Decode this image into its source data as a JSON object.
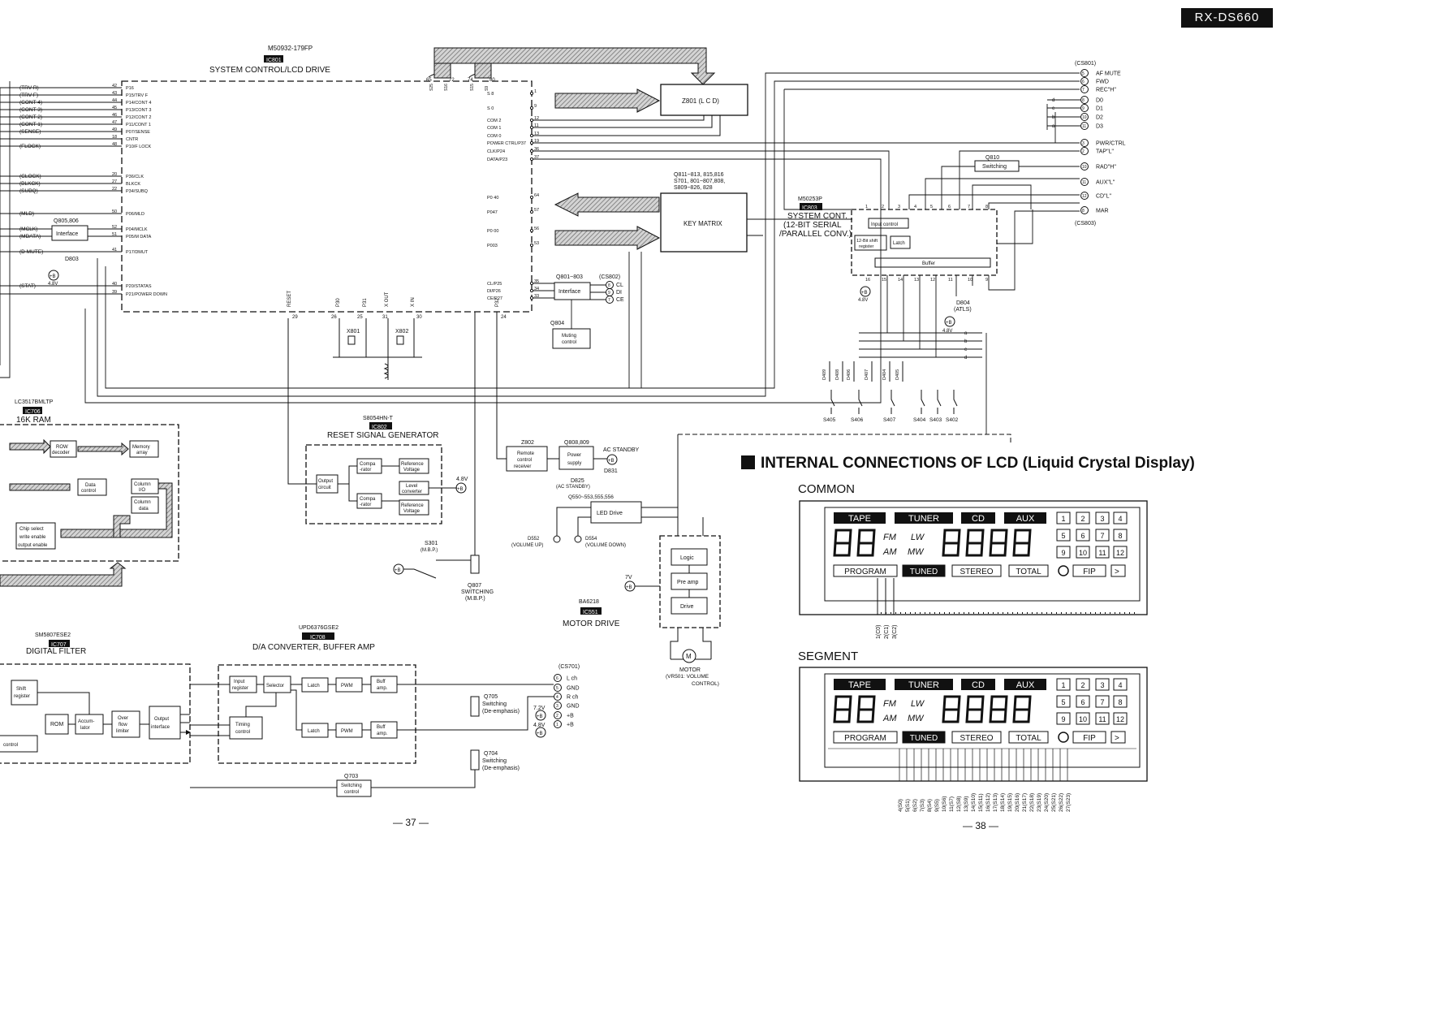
{
  "header": {
    "model": "RX-DS660"
  },
  "pages": {
    "left": "— 37 —",
    "right": "— 38 —"
  },
  "ic801": {
    "part": "M50932-179FP",
    "ref": "IC801",
    "title": "SYSTEM CONTROL/LCD DRIVE",
    "left_signals": [
      "(TRV R)",
      "(TRV F)",
      "(CONT 4)",
      "(CONT 3)",
      "(CONT 2)",
      "(CONT 1)",
      "(SENSE)",
      "(FLOCK)",
      "(CLOCK)",
      "(BLKCK)",
      "(SUBQ)",
      "(MLD)",
      "(MCLK)",
      "(MDATA)",
      "(D MUTE)",
      "(STAT)"
    ],
    "left_pins": [
      "42",
      "43",
      "44",
      "45",
      "46",
      "47",
      "49",
      "18",
      "48",
      "20",
      "27",
      "22",
      "50",
      "52",
      "51",
      "41",
      "40",
      "39"
    ],
    "left_pin_names": [
      "P16",
      "P15/TRV F",
      "P14/CONT 4",
      "P13/CONT 3",
      "P12/CONT 2",
      "P11/CONT 1",
      "P07/SENSE",
      "CNTR",
      "P10/F LOCK",
      "P36/CLK",
      "BLKCK",
      "P34/SUBQ",
      "P06/MLD",
      "P04/MCLK",
      "P05/M DATA",
      "P17/DMUT",
      "P20/STATAS",
      "P21/POWER DOWN"
    ],
    "right_pin_names": [
      "S 8",
      "S 0",
      "COM 2",
      "COM 1",
      "COM 0",
      "POWER CTRL/P37",
      "CLK/P24",
      "DATA/P23",
      "P0 40",
      "P047",
      "P0 00",
      "P003",
      "CL/P25",
      "DI/P26",
      "CE/P27"
    ],
    "right_pins": [
      "1",
      "9",
      "12",
      "11",
      "13",
      "19",
      "36",
      "37",
      "64",
      "57",
      "56",
      "53",
      "35",
      "34",
      "33"
    ],
    "top_pins": [
      "65",
      "72",
      "74",
      "80",
      "S25",
      "S16",
      "S15",
      "S9"
    ],
    "bottom_labels": [
      "RESET",
      "P30",
      "P31",
      "X OUT",
      "X IN",
      "P32"
    ],
    "bottom_pins": [
      "29",
      "26",
      "25",
      "31",
      "30",
      "24"
    ]
  },
  "blocks": {
    "z801": "Z801 (L C D)",
    "key_matrix": "KEY MATRIX",
    "key_matrix_note": [
      "Q811~813, 815,816",
      "S701, 801~807,808,",
      "S809~826, 828"
    ],
    "interface_q805": "Interface",
    "q805_label": "Q805,806",
    "interface_q801": "Interface",
    "q801_label": "Q801~803",
    "cs802": "(CS802)",
    "cs802_pins": [
      "CL",
      "DI",
      "CE"
    ],
    "cs802_nums": [
      "8",
      "9",
      "7"
    ],
    "muting": [
      "Muting",
      "control"
    ],
    "q804": "Q804",
    "d803": "D803",
    "plus_b": "+B",
    "v48": "4.8V",
    "x801": "X801",
    "x802": "X802"
  },
  "ic803": {
    "part": "M50253P",
    "ref": "IC803",
    "title": [
      "SYSTEM CONT.",
      "(12-BIT SERIAL",
      "/PARALLEL CONV.)"
    ],
    "input_control": "Input control",
    "shift_reg": [
      "12-Bit shift",
      "register"
    ],
    "latch": "Latch",
    "buffer": "Buffer",
    "top_pins": [
      "1",
      "2",
      "3",
      "4",
      "5",
      "6",
      "7",
      "8"
    ],
    "bottom_pins": [
      "16",
      "15",
      "14",
      "13",
      "12",
      "11",
      "10",
      "9"
    ],
    "q810": "Q810",
    "switching": "Switching",
    "d804": [
      "D804",
      "(ATLS)"
    ]
  },
  "cs801": {
    "label": "(CS801)",
    "label2": "(CS803)",
    "pins": [
      "5",
      "6",
      "7",
      "8",
      "9",
      "10",
      "11",
      "3",
      "2",
      "10",
      "11",
      "12",
      "8"
    ],
    "signals": [
      "AF MUTE",
      "FWD",
      "REC\"H\"",
      "D0",
      "D1",
      "D2",
      "D3",
      "PWR/CTRL",
      "TAP\"L\"",
      "RAD\"H\"",
      "AUX\"L\"",
      "CD\"L\"",
      "MAR"
    ],
    "data_letters": [
      "d",
      "c",
      "b",
      "a"
    ]
  },
  "switch_row": {
    "diodes": [
      "D409",
      "D408",
      "D406",
      "D407",
      "D404",
      "D405"
    ],
    "switches": [
      "S405",
      "S406",
      "S407",
      "S404",
      "S403",
      "S402"
    ],
    "bus": [
      "a",
      "b",
      "c",
      "d"
    ]
  },
  "ic706": {
    "part": "LC3517BMLTP",
    "ref": "IC706",
    "title": "16K RAM",
    "blocks": [
      "ROW decoder",
      "Memory array",
      "Data control",
      "Column I/O",
      "Column data",
      "Chip select write enable output enable"
    ]
  },
  "ic802": {
    "part": "S8054HN-T",
    "ref": "IC802",
    "title": "RESET SIGNAL GENERATOR",
    "blocks": [
      "Output circuit",
      "Compa -rator",
      "Reference Voltage",
      "Level converter",
      "Compa -rator",
      "Reference Voltage"
    ],
    "voltage": "4.8V"
  },
  "s301": {
    "label": "S301",
    "sub": "(M.B.P.)",
    "q807": [
      "Q807",
      "SWITCHING",
      "(M.B.P.)"
    ]
  },
  "remote": {
    "z802": "Z802",
    "z802_block": [
      "Remote",
      "control",
      "receiver"
    ],
    "q808": "Q808,809",
    "power": [
      "Power",
      "supply"
    ],
    "ac_standby": "AC STANDBY",
    "d831": "D831",
    "d825": "D825",
    "d825_note": "(AC STANDBY)"
  },
  "led_drive": {
    "q": "Q550~553,555,556",
    "block": "LED  Drive",
    "d552": [
      "D552",
      "(VOLUME UP)"
    ],
    "d554": [
      "D554",
      "(VOLUME DOWN)"
    ]
  },
  "ic551": {
    "part": "BA6218",
    "ref": "IC551",
    "title": "MOTOR DRIVE",
    "blocks": [
      "Logic",
      "Pre amp",
      "Drive"
    ],
    "v7": "7V",
    "motor": [
      "MOTOR",
      "(VR501: VOLUME",
      "CONTROL)"
    ]
  },
  "ic707": {
    "part": "SM5807ESE2",
    "ref": "IC707",
    "title": "DIGITAL FILTER",
    "blocks": [
      "Shift register",
      "ROM",
      "Accum- lator",
      "Over flow limiter",
      "Output interface",
      "control"
    ]
  },
  "ic708": {
    "part": "UPD6376GSE2",
    "ref": "IC708",
    "title": "D/A CONVERTER, BUFFER AMP",
    "blocks": [
      "Input register",
      "Selector",
      "Latch",
      "PWM",
      "Buff amp.",
      "Latch",
      "PWM",
      "Buff amp.",
      "Timing control"
    ]
  },
  "cs701": {
    "label": "(CS701)",
    "pins": [
      "6",
      "5",
      "4",
      "3",
      "2",
      "1"
    ],
    "signals": [
      "L ch",
      "GND",
      "R ch",
      "GND",
      "+B",
      "+B"
    ],
    "v72": "7.2V",
    "v48": "4.8V"
  },
  "q705": [
    "Q705",
    "Switching",
    "(De-emphasis)"
  ],
  "q704": [
    "Q704",
    "Switching",
    "(De-emphasis)"
  ],
  "q703": [
    "Q703",
    "Switching",
    "control"
  ],
  "lcd": {
    "heading": "INTERNAL CONNECTIONS OF LCD (Liquid Crystal Display)",
    "common_label": "COMMON",
    "segment_label": "SEGMENT",
    "tags": [
      "TAPE",
      "TUNER",
      "CD",
      "AUX"
    ],
    "numbers": [
      "1",
      "2",
      "3",
      "4",
      "5",
      "6",
      "7",
      "8",
      "9",
      "10",
      "11",
      "12"
    ],
    "fm": "FM",
    "am": "AM",
    "lw": "LW",
    "mw": "MW",
    "indicators": [
      "PROGRAM",
      "TUNED",
      "STEREO",
      "TOTAL",
      "FIP"
    ],
    "common_pins": [
      "1(C0)",
      "2(C1)",
      "3(C2)"
    ],
    "segment_pins": [
      "4(S0)",
      "5(S1)",
      "6(S2)",
      "7(S3)",
      "8(S4)",
      "9(S5)",
      "10(S6)",
      "11(S7)",
      "12(S8)",
      "13(S9)",
      "14(S10)",
      "15(S11)",
      "16(S12)",
      "17(S13)",
      "18(S14)",
      "19(S15)",
      "20(S16)",
      "21(S17)",
      "22(S18)",
      "23(S19)",
      "24(S20)",
      "25(S21)",
      "26(S22)",
      "27(S23)"
    ]
  },
  "colors": {
    "ink": "#111111",
    "hatch": "#8a8a8a",
    "paper": "#ffffff"
  }
}
